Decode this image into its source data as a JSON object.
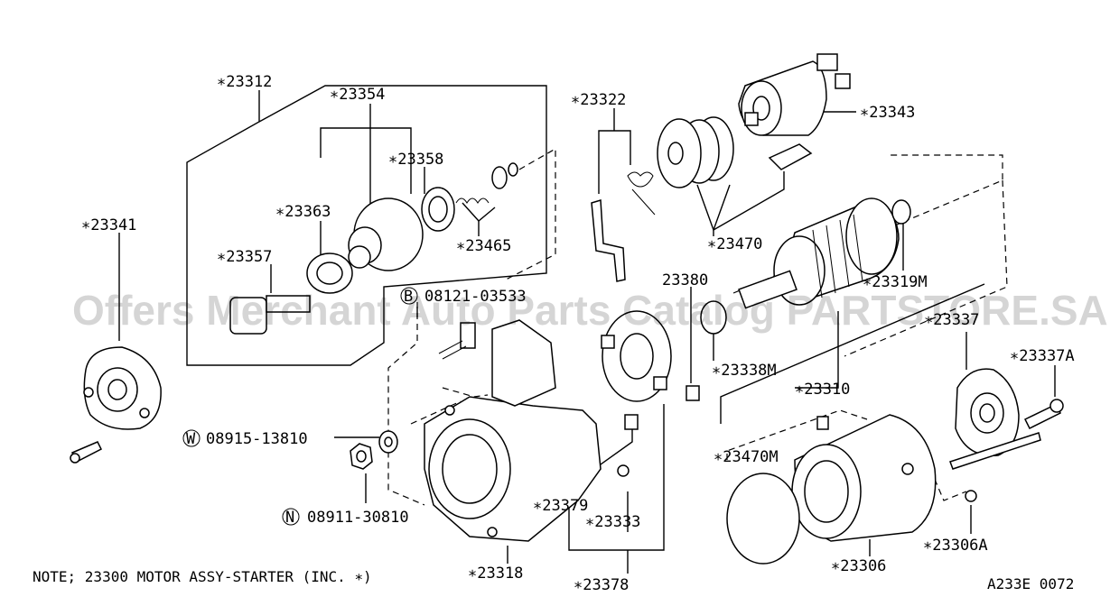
{
  "diagram": {
    "labels": {
      "p23312": "∗23312",
      "p23354": "∗23354",
      "p23358": "∗23358",
      "p23363": "∗23363",
      "p23357": "∗23357",
      "p23465": "∗23465",
      "p23322": "∗23322",
      "p23343": "∗23343",
      "p23470": "∗23470",
      "p23380": "23380",
      "p23319M": "∗23319M",
      "p23341": "∗23341",
      "p08121_03533": "08121-03533",
      "p23337": "∗23337",
      "p23337A": "∗23337A",
      "p23338M": "∗23338M",
      "p23310": "∗23310",
      "p08915_13810": "08915-13810",
      "p23470M": "∗23470M",
      "p08911_30810": "08911-30810",
      "p23379": "∗23379",
      "p23333": "∗23333",
      "p23306A": "∗23306A",
      "p23318": "∗23318",
      "p23306": "∗23306",
      "p23378": "∗23378"
    },
    "circled_letters": {
      "bolt": "B",
      "washer": "W",
      "nut": "N"
    },
    "note": "NOTE; 23300 MOTOR ASSY-STARTER (INC. ∗)",
    "diagram_code": "A233E 0072",
    "watermark": "Offers Merchant Auto Parts Catalog PARTSTORE.SA"
  }
}
